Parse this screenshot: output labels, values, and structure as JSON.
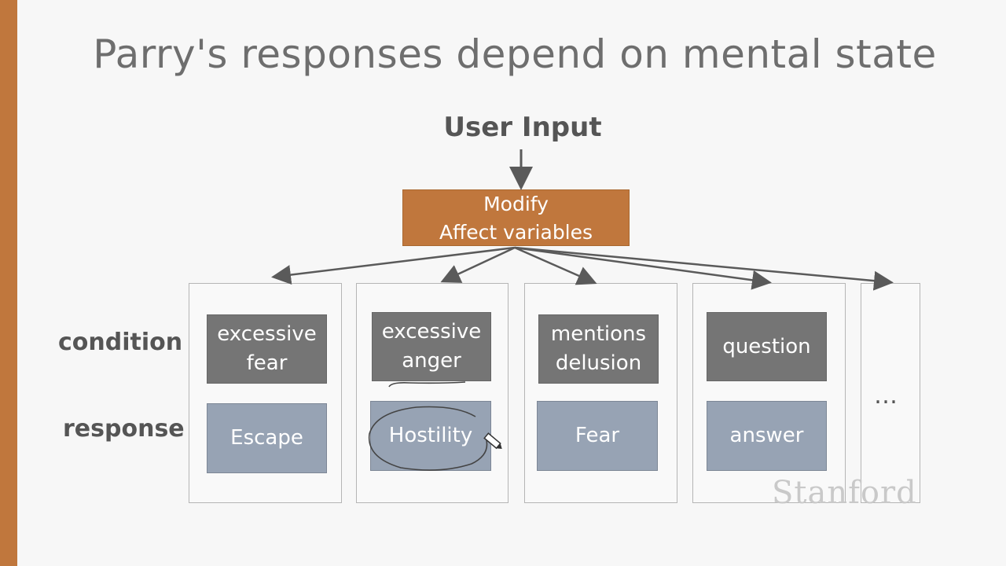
{
  "title": "Parry's responses depend on mental state",
  "user_input": "User Input",
  "modify_box": {
    "line1": "Modify",
    "line2": "Affect variables"
  },
  "row_labels": {
    "condition": "condition",
    "response": "response"
  },
  "columns": [
    {
      "condition": [
        "excessive",
        "fear"
      ],
      "response": "Escape"
    },
    {
      "condition": [
        "excessive",
        "anger"
      ],
      "response": "Hostility"
    },
    {
      "condition": [
        "mentions",
        "delusion"
      ],
      "response": "Fear"
    },
    {
      "condition": [
        "question"
      ],
      "response": "answer"
    }
  ],
  "ellipsis": "…",
  "watermark": "Stanford",
  "colors": {
    "accent": "#c0773d",
    "condition_box": "#757575",
    "response_box": "#97a3b4",
    "arrow": "#5a5a5a"
  }
}
